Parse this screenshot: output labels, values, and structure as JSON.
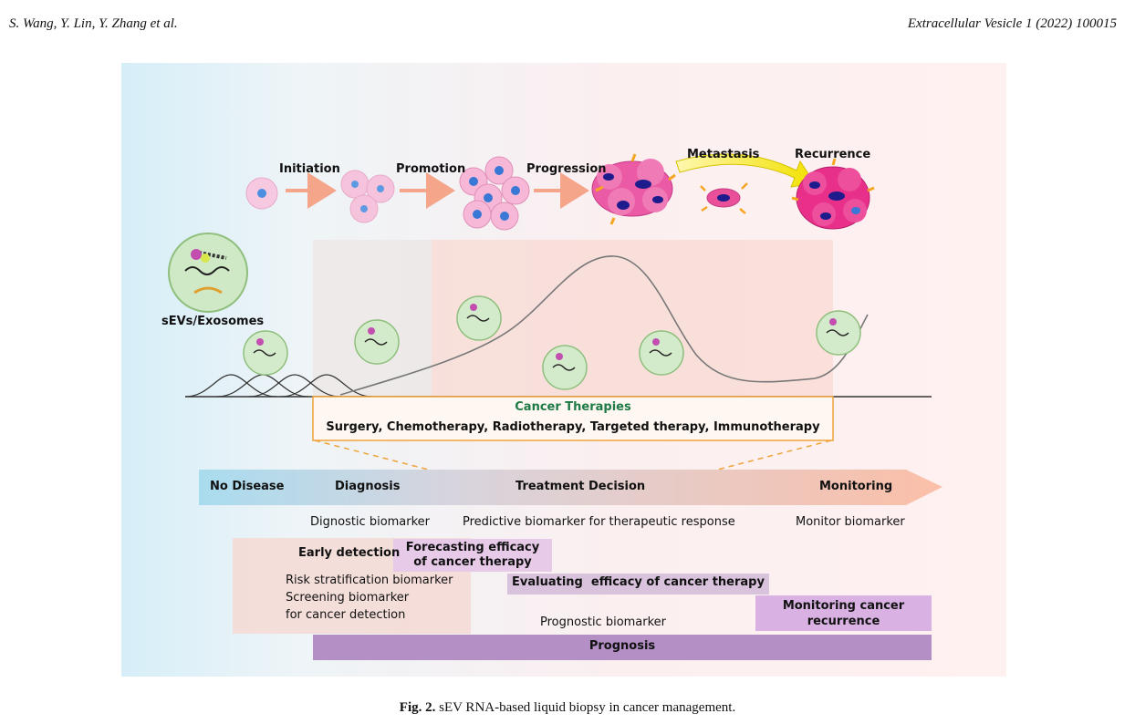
{
  "header": {
    "authors": "S. Wang, Y. Lin, Y. Zhang et al.",
    "journal": "Extracellular Vesicle 1 (2022) 100015"
  },
  "stages": {
    "initiation": "Initiation",
    "promotion": "Promotion",
    "progression": "Progression",
    "metastasis": "Metastasis",
    "recurrence": "Recurrence"
  },
  "sev_label": "sEVs/Exosomes",
  "therapies": {
    "title": "Cancer Therapies",
    "list": "Surgery, Chemotherapy, Radiotherapy, Targeted therapy, Immunotherapy"
  },
  "timeline": {
    "no_disease": "No Disease",
    "diagnosis": "Diagnosis",
    "treatment_decision": "Treatment Decision",
    "monitoring": "Monitoring"
  },
  "biomarkers": {
    "diagnostic": "Dignostic biomarker",
    "predictive": "Predictive biomarker for therapeutic response",
    "monitor": "Monitor biomarker",
    "prognostic": "Prognostic biomarker"
  },
  "applications": {
    "early_detection": "Early detection",
    "risk_line1": "Risk stratification biomarker",
    "risk_line2": "Screening biomarker",
    "risk_line3": "for cancer detection",
    "forecasting_line1": "Forecasting efficacy",
    "forecasting_line2": "of cancer therapy",
    "evaluating": "Evaluating  efficacy of cancer therapy",
    "monitoring_line1": "Monitoring cancer",
    "monitoring_line2": "recurrence",
    "prognosis": "Prognosis"
  },
  "caption": {
    "label": "Fig. 2.",
    "text": "sEV RNA-based liquid biopsy in cancer management."
  },
  "colors": {
    "arrow_salmon": "#f4a58a",
    "cell_light": "#f6c3dc",
    "cell_dark": "#ea4f9a",
    "nucleus_blue": "#3a78d6",
    "therapy_green": "#1e7a46",
    "therapy_box": "#f0a33a",
    "prognosis_purple": "#b48fc6",
    "monitor_box": "#d9b2e3",
    "evaluating_box": "#d9c2dc"
  }
}
